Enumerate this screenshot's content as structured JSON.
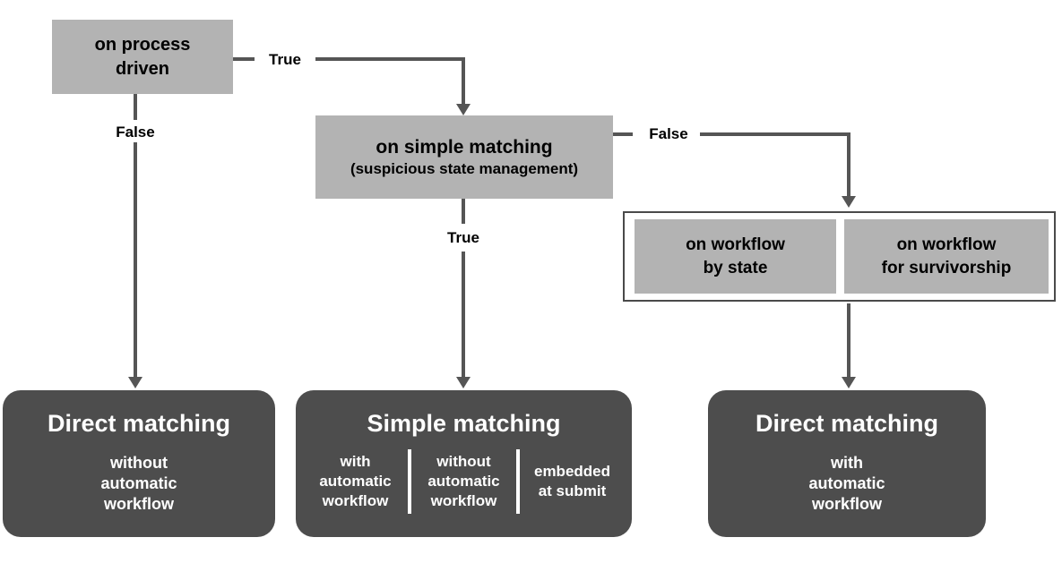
{
  "colors": {
    "decision_fill": "#b3b3b3",
    "result_fill": "#4d4d4d",
    "connector": "#555555",
    "group_border": "#4a4a4a",
    "decision_text": "#000000",
    "result_text": "#ffffff"
  },
  "edge_labels": {
    "process_true": "True",
    "process_false": "False",
    "matching_false": "False",
    "matching_true": "True"
  },
  "decisions": {
    "process_driven": {
      "label": "on process\ndriven"
    },
    "simple_matching": {
      "label": "on simple matching",
      "sublabel": "(suspicious state management)"
    },
    "workflow_by_state": {
      "label": "on workflow\nby state"
    },
    "workflow_for_survivorship": {
      "label": "on workflow\nfor survivorship"
    }
  },
  "results": {
    "direct_left": {
      "title": "Direct matching",
      "subtitle": "without\nautomatic\nworkflow"
    },
    "simple": {
      "title": "Simple matching",
      "options": [
        "with\nautomatic\nworkflow",
        "without\nautomatic\nworkflow",
        "embedded\nat submit"
      ]
    },
    "direct_right": {
      "title": "Direct matching",
      "subtitle": "with\nautomatic\nworkflow"
    }
  }
}
